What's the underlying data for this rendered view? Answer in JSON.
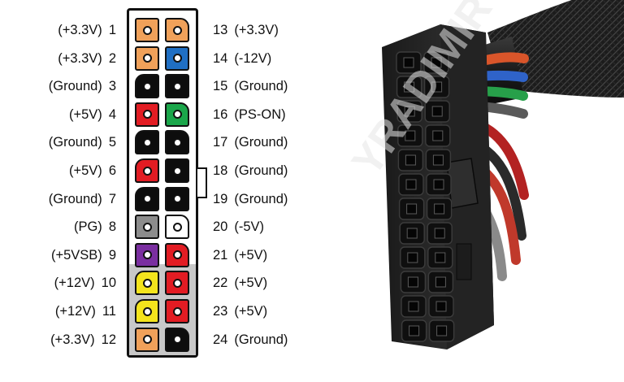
{
  "watermark_text": "YRADIMIR",
  "colors": {
    "orange": "#f0a15a",
    "blue": "#1f6fc4",
    "black": "#0d0d0d",
    "red": "#e21c23",
    "green": "#1aa64a",
    "gray": "#8c8c8c",
    "white": "#ffffff",
    "purple": "#7a2ea0",
    "yellow": "#f4e41c"
  },
  "left_pins": [
    {
      "label": "(+3.3V)",
      "number": "1",
      "color": "orange"
    },
    {
      "label": "(+3.3V)",
      "number": "2",
      "color": "orange"
    },
    {
      "label": "(Ground)",
      "number": "3",
      "color": "black"
    },
    {
      "label": "(+5V)",
      "number": "4",
      "color": "red"
    },
    {
      "label": "(Ground)",
      "number": "5",
      "color": "black"
    },
    {
      "label": "(+5V)",
      "number": "6",
      "color": "red"
    },
    {
      "label": "(Ground)",
      "number": "7",
      "color": "black"
    },
    {
      "label": "(PG)",
      "number": "8",
      "color": "gray"
    },
    {
      "label": "(+5VSB)",
      "number": "9",
      "color": "purple"
    },
    {
      "label": "(+12V)",
      "number": "10",
      "color": "yellow"
    },
    {
      "label": "(+12V)",
      "number": "11",
      "color": "yellow"
    },
    {
      "label": "(+3.3V)",
      "number": "12",
      "color": "orange"
    }
  ],
  "right_pins": [
    {
      "number": "13",
      "label": "(+3.3V)",
      "color": "orange"
    },
    {
      "number": "14",
      "label": "(-12V)",
      "color": "blue"
    },
    {
      "number": "15",
      "label": "(Ground)",
      "color": "black"
    },
    {
      "number": "16",
      "label": "(PS-ON)",
      "color": "green"
    },
    {
      "number": "17",
      "label": "(Ground)",
      "color": "black"
    },
    {
      "number": "18",
      "label": "(Ground)",
      "color": "black"
    },
    {
      "number": "19",
      "label": "(Ground)",
      "color": "black"
    },
    {
      "number": "20",
      "label": "(-5V)",
      "color": "white"
    },
    {
      "number": "21",
      "label": "(+5V)",
      "color": "red"
    },
    {
      "number": "22",
      "label": "(+5V)",
      "color": "red"
    },
    {
      "number": "23",
      "label": "(+5V)",
      "color": "red"
    },
    {
      "number": "24",
      "label": "(Ground)",
      "color": "black"
    }
  ],
  "photo": {
    "wire_colors": [
      "#d9552a",
      "#2f63c9",
      "#27a04a",
      "#5a5a5a",
      "#b32222",
      "#2a2a2a",
      "#c0392b",
      "#8a8a8a"
    ]
  }
}
